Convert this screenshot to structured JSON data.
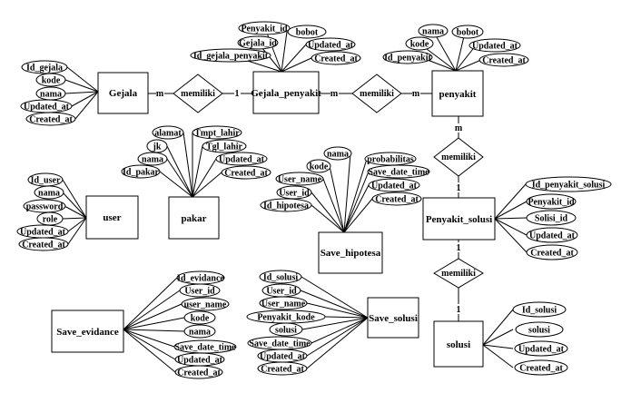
{
  "entities": {
    "gejala": "Gejala",
    "gejala_penyakit": "Gejala_penyakit",
    "penyakit": "penyakit",
    "user": "user",
    "pakar": "pakar",
    "save_hipotesa": "Save_hipotesa",
    "penyakit_solusi": "Penyakit_solusi",
    "save_evidance": "Save_evidance",
    "save_solusi": "Save_solusi",
    "solusi": "solusi"
  },
  "attributes": {
    "gejala": [
      "Id_gejala",
      "kode",
      "nama",
      "Updated_at",
      "Created_at"
    ],
    "gejala_penyakit": [
      "Penyakit_id",
      "Gejala_id",
      "Id_gejala_penyakit",
      "bobot",
      "Updated_at",
      "Created_at"
    ],
    "penyakit": [
      "nama",
      "kode",
      "Id_penyakit",
      "bobot",
      "Updated_at",
      "Created_at"
    ],
    "user": [
      "Id_user",
      "nama",
      "password",
      "role",
      "Updated_at",
      "Created_at"
    ],
    "pakar": [
      "alamat",
      "jk",
      "nama",
      "Id_pakar",
      "Tmpt_lahir",
      "Tgl_lahir",
      "Updated_at",
      "Created_at"
    ],
    "save_hipotesa": [
      "nama",
      "kode",
      "User_name",
      "User_id",
      "Id_hipotesa",
      "probabilitas",
      "Save_date_time",
      "Updated_at",
      "Created_at"
    ],
    "penyakit_solusi": [
      "Id_penyakit_solusi",
      "Penyakit_id",
      "Solisi_id",
      "Updated_at",
      "Created_at"
    ],
    "save_evidance": [
      "Id_evidance",
      "User_id",
      "user_name",
      "kode",
      "nama",
      "Save_date_time",
      "Updated_at",
      "Created_at"
    ],
    "save_solusi": [
      "Id_solusi",
      "User_id",
      "User_name",
      "Penyakit_kode",
      "solusi",
      "Save_date_time",
      "Updated_at",
      "Created_at"
    ],
    "solusi": [
      "Id_solusi",
      "solusi",
      "Updated_at",
      "Created_at"
    ]
  },
  "relationships": {
    "rel1": "memiliki",
    "rel2": "memiliki",
    "rel3": "memiliki",
    "rel4": "memiliki"
  },
  "cardinalities": {
    "r1_left": "m",
    "r1_right": "1",
    "r2_left": "m",
    "r2_right": "m",
    "r3_top": "m",
    "r3_bottom": "1",
    "r4_top": "1",
    "r4_bottom": "1"
  }
}
